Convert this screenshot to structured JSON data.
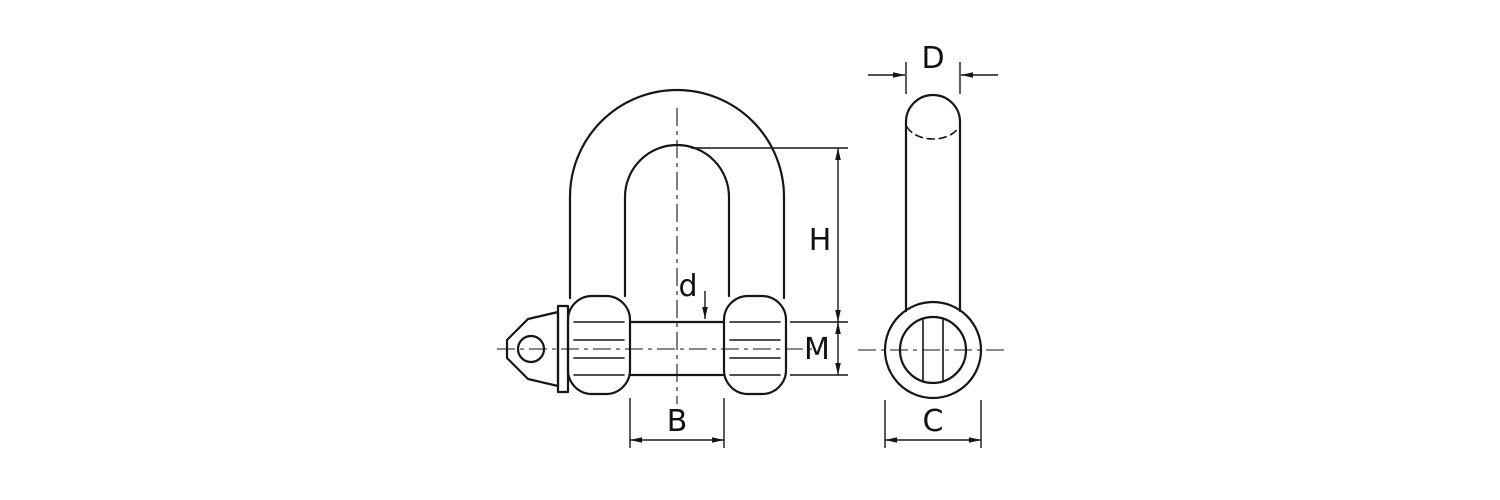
{
  "page": {
    "background": "#ffffff"
  },
  "drawing": {
    "type": "technical-diagram",
    "line_color": "#161616",
    "labels": {
      "D": "D",
      "H": "H",
      "d": "d",
      "M": "M",
      "B": "B",
      "C": "C"
    }
  }
}
